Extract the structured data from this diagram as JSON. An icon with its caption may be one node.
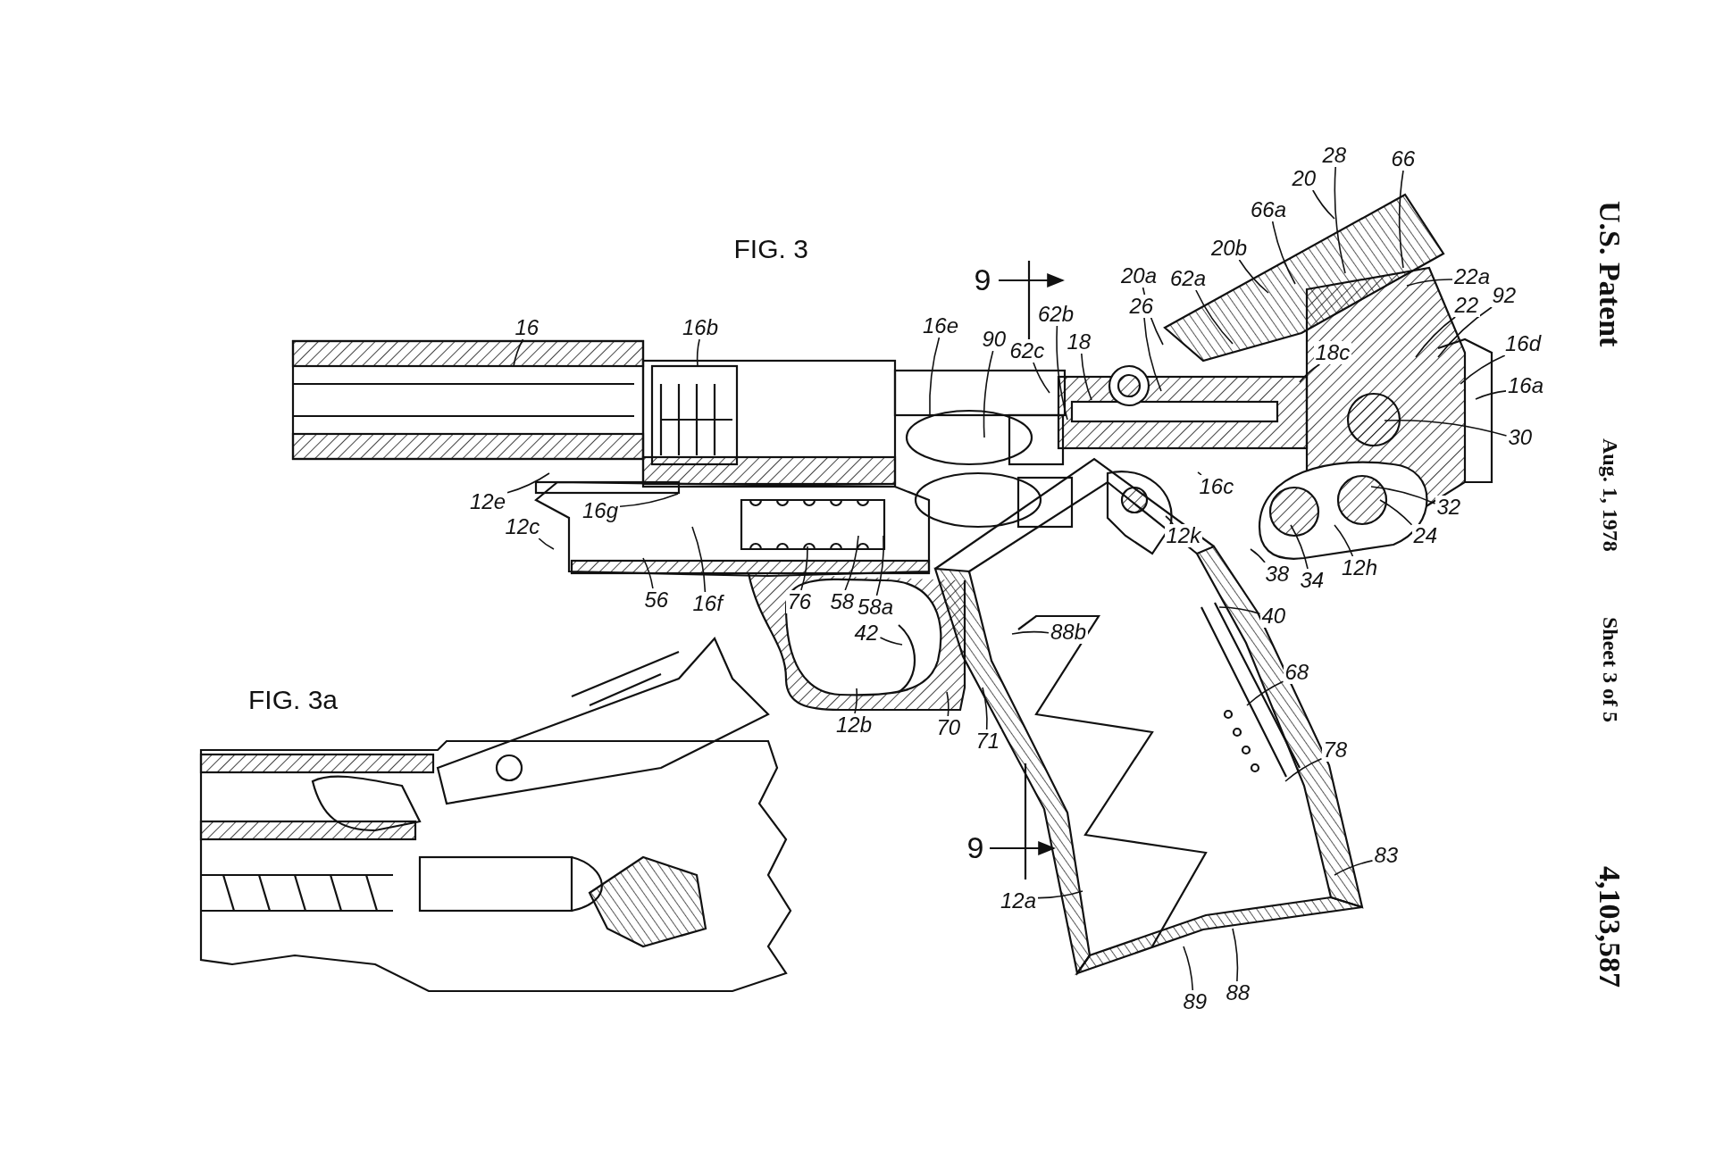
{
  "diagram": {
    "nodes": [
      {
        "text": [
          "16"
        ]
      },
      {
        "text": [
          "16b"
        ]
      },
      {
        "text": [
          "16e"
        ]
      },
      {
        "text": [
          "90"
        ]
      },
      {
        "text": [
          "62c"
        ]
      },
      {
        "text": [
          "62b"
        ]
      },
      {
        "text": [
          "18"
        ]
      },
      {
        "text": [
          "26"
        ]
      },
      {
        "text": [
          "20a"
        ]
      },
      {
        "text": [
          "62a"
        ]
      },
      {
        "text": [
          "20b"
        ]
      },
      {
        "text": [
          "66a"
        ]
      },
      {
        "text": [
          "20"
        ]
      },
      {
        "text": [
          "28"
        ]
      },
      {
        "text": [
          "66"
        ]
      },
      {
        "text": [
          "22a"
        ]
      },
      {
        "text": [
          "22"
        ]
      },
      {
        "text": [
          "92"
        ]
      },
      {
        "text": [
          "16d"
        ]
      },
      {
        "text": [
          "16a"
        ]
      },
      {
        "text": [
          "30"
        ]
      },
      {
        "text": [
          "18c"
        ]
      },
      {
        "text": [
          "16c"
        ]
      },
      {
        "text": [
          "12k"
        ]
      },
      {
        "text": [
          "32"
        ]
      },
      {
        "text": [
          "24"
        ]
      },
      {
        "text": [
          "12h"
        ]
      },
      {
        "text": [
          "34"
        ]
      },
      {
        "text": [
          "38"
        ]
      },
      {
        "text": [
          "40"
        ]
      },
      {
        "text": [
          "68"
        ]
      },
      {
        "text": [
          "78"
        ]
      },
      {
        "text": [
          "83"
        ]
      },
      {
        "text": [
          "88"
        ]
      },
      {
        "text": [
          "89"
        ]
      },
      {
        "text": [
          "12a"
        ]
      },
      {
        "text": [
          "88b"
        ]
      },
      {
        "text": [
          "70"
        ]
      },
      {
        "text": [
          "71"
        ]
      },
      {
        "text": [
          "42"
        ]
      },
      {
        "text": [
          "12b"
        ]
      },
      {
        "text": [
          "58a"
        ]
      },
      {
        "text": [
          "58"
        ]
      },
      {
        "text": [
          "76"
        ]
      },
      {
        "text": [
          "16f"
        ]
      },
      {
        "text": [
          "56"
        ]
      },
      {
        "text": [
          "16g"
        ]
      },
      {
        "text": [
          "12c"
        ]
      },
      {
        "text": [
          "12e"
        ]
      }
    ],
    "edges": [
      {
        "from": 0,
        "to": null,
        "arrow": "none"
      },
      {
        "from": 1,
        "to": null,
        "arrow": "none"
      },
      {
        "from": 2,
        "to": null,
        "arrow": "none"
      },
      {
        "from": 3,
        "to": null,
        "arrow": "none"
      },
      {
        "from": 4,
        "to": null,
        "arrow": "none"
      },
      {
        "from": 5,
        "to": null,
        "arrow": "none"
      },
      {
        "from": 6,
        "to": null,
        "arrow": "none"
      },
      {
        "from": 7,
        "to": null,
        "arrow": "none"
      },
      {
        "from": 8,
        "to": null,
        "arrow": "none"
      },
      {
        "from": 9,
        "to": null,
        "arrow": "none"
      },
      {
        "from": 10,
        "to": null,
        "arrow": "none"
      },
      {
        "from": 11,
        "to": null,
        "arrow": "none"
      },
      {
        "from": 12,
        "to": null,
        "arrow": "none"
      },
      {
        "from": 13,
        "to": null,
        "arrow": "none"
      },
      {
        "from": 14,
        "to": null,
        "arrow": "none"
      },
      {
        "from": 15,
        "to": null,
        "arrow": "none"
      },
      {
        "from": 16,
        "to": null,
        "arrow": "none"
      },
      {
        "from": 17,
        "to": null,
        "arrow": "none"
      },
      {
        "from": 18,
        "to": null,
        "arrow": "none"
      },
      {
        "from": 19,
        "to": null,
        "arrow": "none"
      },
      {
        "from": 20,
        "to": null,
        "arrow": "none"
      },
      {
        "from": 21,
        "to": null,
        "arrow": "none"
      },
      {
        "from": 22,
        "to": null,
        "arrow": "none"
      },
      {
        "from": 23,
        "to": null,
        "arrow": "none"
      },
      {
        "from": 24,
        "to": null,
        "arrow": "none"
      },
      {
        "from": 25,
        "to": null,
        "arrow": "none"
      },
      {
        "from": 26,
        "to": null,
        "arrow": "none"
      },
      {
        "from": 27,
        "to": null,
        "arrow": "none"
      },
      {
        "from": 28,
        "to": null,
        "arrow": "none"
      },
      {
        "from": 29,
        "to": null,
        "arrow": "none"
      },
      {
        "from": 30,
        "to": null,
        "arrow": "none"
      },
      {
        "from": 31,
        "to": null,
        "arrow": "none"
      },
      {
        "from": 32,
        "to": null,
        "arrow": "none"
      },
      {
        "from": 33,
        "to": null,
        "arrow": "none"
      },
      {
        "from": 34,
        "to": null,
        "arrow": "none"
      },
      {
        "from": 35,
        "to": null,
        "arrow": "none"
      },
      {
        "from": 36,
        "to": null,
        "arrow": "none"
      },
      {
        "from": 37,
        "to": null,
        "arrow": "none"
      },
      {
        "from": 38,
        "to": null,
        "arrow": "none"
      },
      {
        "from": 39,
        "to": null,
        "arrow": "none"
      },
      {
        "from": 40,
        "to": null,
        "arrow": "none"
      },
      {
        "from": 41,
        "to": null,
        "arrow": "none"
      },
      {
        "from": 42,
        "to": null,
        "arrow": "none"
      },
      {
        "from": 43,
        "to": null,
        "arrow": "none"
      },
      {
        "from": 44,
        "to": null,
        "arrow": "none"
      },
      {
        "from": 45,
        "to": null,
        "arrow": "none"
      },
      {
        "from": 46,
        "to": null,
        "arrow": "none"
      },
      {
        "from": 47,
        "to": null,
        "arrow": "none"
      },
      {
        "from": 48,
        "to": null,
        "arrow": "none"
      }
    ],
    "labels": [
      "FIG. 3",
      "9",
      "FIG. 3a",
      "9",
      "U.S. Patent",
      "Aug. 1, 1978",
      "Sheet 3 of 5",
      "4,103,587"
    ]
  }
}
